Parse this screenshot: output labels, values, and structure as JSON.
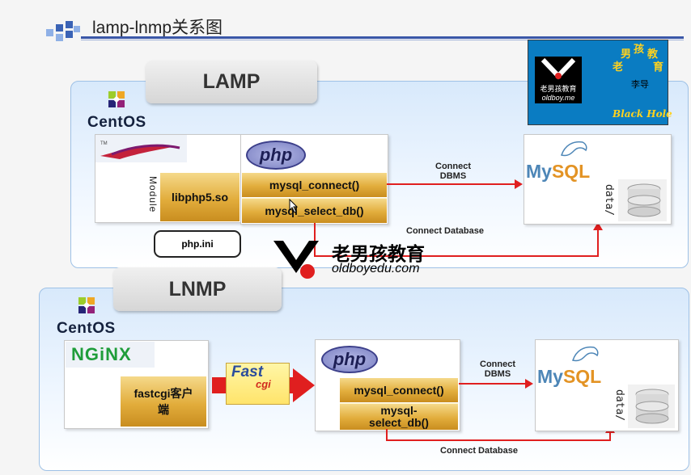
{
  "header": {
    "title": "lamp-lnmp关系图"
  },
  "lamp": {
    "tab": "LAMP",
    "os": "CentOS",
    "module_label": "Module",
    "libphp": "libphp5.so",
    "php_logo": "php",
    "mysql_connect": "mysql_connect()",
    "mysql_select_db": "mysql_select_db()",
    "php_ini": "php.ini",
    "connect_dbms": "Connect\nDBMS",
    "connect_database": "Connect Database",
    "mysql_my": "My",
    "mysql_sql": "SQL",
    "data_label": "data/"
  },
  "lnmp": {
    "tab": "LNMP",
    "os": "CentOS",
    "nginx": "NGiNX",
    "fastcgi_client": "fastcgi客户\n端",
    "fastcgi_logo_top": "Fast",
    "fastcgi_logo_bottom": "cgi",
    "php_logo": "php",
    "mysql_connect": "mysql_connect()",
    "mysql_select_db": "mysql-\nselect_db()",
    "connect_dbms": "Connect\nDBMS",
    "connect_database": "Connect Database",
    "mysql_my": "My",
    "mysql_sql": "SQL",
    "data_label": "data/"
  },
  "watermark": {
    "brand_cn": "老男孩教育",
    "brand_url": "oldboyedu.com"
  },
  "banner": {
    "brand_cn": "老男孩教育",
    "brand_url": "oldboy.me",
    "chars": [
      "老",
      "男",
      "孩",
      "教",
      "育"
    ],
    "person": "李导",
    "tag": "Black Hole"
  },
  "colors": {
    "accent_blue": "#3a57a8",
    "arrow_red": "#e01f1f",
    "gold": "#e2ad3c",
    "panel_blue": "#d8e9fb"
  }
}
